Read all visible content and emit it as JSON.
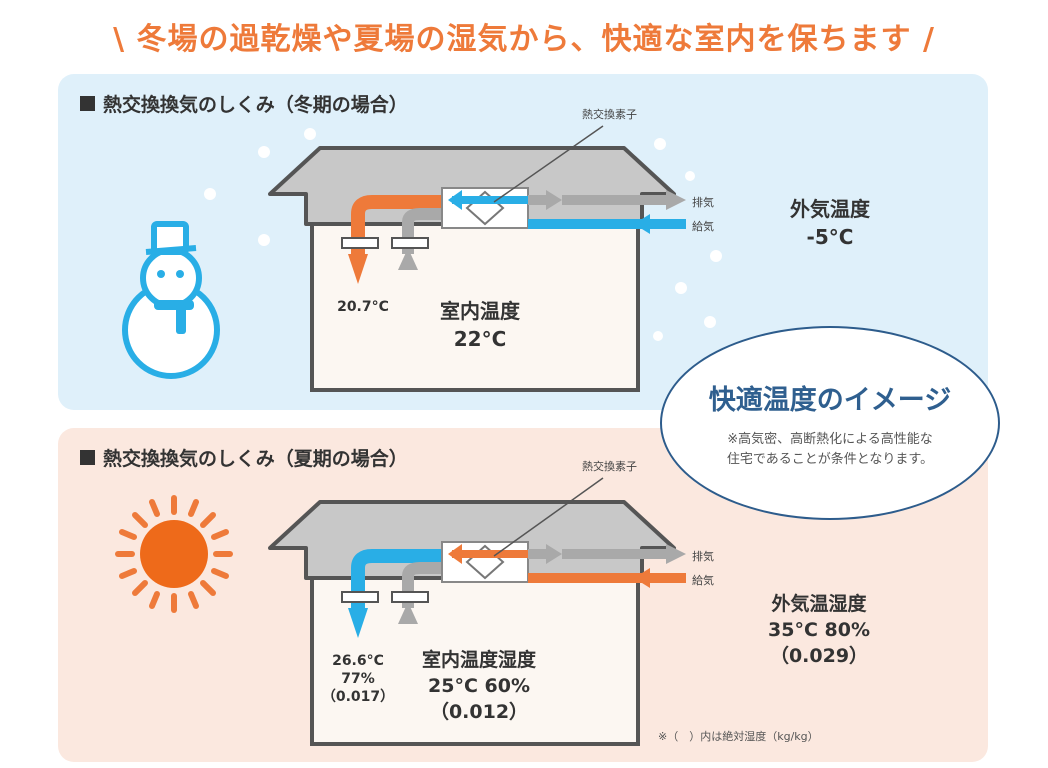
{
  "headline": "\\ 冬場の過乾燥や夏場の湿気から、快適な室内を保ちます /",
  "winter": {
    "title": "熱交換換気のしくみ（冬期の場合）",
    "element_label": "熱交換素子",
    "exhaust_label": "排気",
    "supply_label": "給気",
    "outdoor_title": "外気温度",
    "outdoor_temp": "-5°C",
    "indoor_title": "室内温度",
    "indoor_temp": "22°C",
    "supply_temp": "20.7°C"
  },
  "summer": {
    "title": "熱交換換気のしくみ（夏期の場合）",
    "element_label": "熱交換素子",
    "exhaust_label": "排気",
    "supply_label": "給気",
    "outdoor_title": "外気温湿度",
    "outdoor_value": "35°C 80%",
    "outdoor_abs": "（0.029）",
    "indoor_title": "室内温度湿度",
    "indoor_value": "25°C 60%",
    "indoor_abs": "（0.012）",
    "supply_temp": "26.6°C",
    "supply_humidity": "77%",
    "supply_abs": "（0.017）",
    "footnote": "※（　）内は絶対湿度（kg/kg）"
  },
  "callout": {
    "title": "快適温度のイメージ",
    "note_line1": "※高気密、高断熱化による高性能な",
    "note_line2": "住宅であることが条件となります。"
  },
  "colors": {
    "orange": "#ee7a3a",
    "blue": "#29aee6",
    "gray_duct": "#a9a9a9",
    "navy": "#2f5f8f",
    "winter_bg": "#dff0fa",
    "summer_bg": "#fbe8df"
  },
  "icons": [
    "snowman-icon",
    "sun-icon",
    "snowflake-dot-icon",
    "heat-exchanger-icon"
  ]
}
